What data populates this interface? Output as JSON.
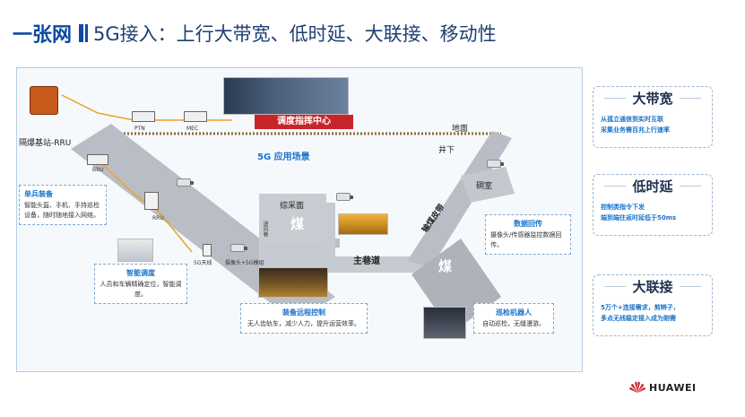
{
  "title": {
    "strong": "一张网",
    "rest": "5G接入：上行大带宽、低时延、大联接、移动性"
  },
  "diagram": {
    "control_center": "调度指挥中心",
    "scene_title": "5G 应用场景",
    "ground": "地面",
    "underground": "井下",
    "chamber": "硐室",
    "mining_face": "综采面",
    "airway": "进风巷",
    "main_road": "主巷道",
    "belt": "输煤皮带",
    "coal_1": "煤",
    "coal_2": "煤",
    "devices": {
      "rru_station": "隔爆基站-RRU",
      "ptn": "PTN",
      "mec": "MEC",
      "bbu": "BBU",
      "rru": "RRU",
      "antenna": "5G天线",
      "camera_module": "摄像头+5G模组"
    },
    "cards": {
      "single": {
        "title": "单兵装备",
        "desc": "智能头盔、手机、手持巡检设备，随时随地接入网络。"
      },
      "dispatch": {
        "title": "智能调度",
        "desc": "人员和车辆精确定位，智能调度。"
      },
      "remote": {
        "title": "装备远程控制",
        "desc": "无人齿轨车，减少人力，提升运营效率。"
      },
      "backhaul": {
        "title": "数据回传",
        "desc": "摄像头/传感器监控数据回传。"
      },
      "robot": {
        "title": "巡检机器人",
        "desc": "自动巡检，无缝漫游。"
      }
    }
  },
  "features": [
    {
      "title": "大带宽",
      "desc": "从孤立通信到实时互联\n采集业务需百兆上行速率"
    },
    {
      "title": "低时延",
      "desc": "控制类指令下发\n端到端往返时延低于50ms"
    },
    {
      "title": "大联接",
      "desc": "5万个+连接需求，剪辫子，\n多点无线稳定接入成为刚需"
    }
  ],
  "brand": "HUAWEI",
  "colors": {
    "brand_blue": "#0b4aa2",
    "accent_blue": "#1a73c9",
    "tunnel_gray": "#b9bec6",
    "huawei_red": "#c8252b",
    "fiber_orange": "#f0a020"
  }
}
